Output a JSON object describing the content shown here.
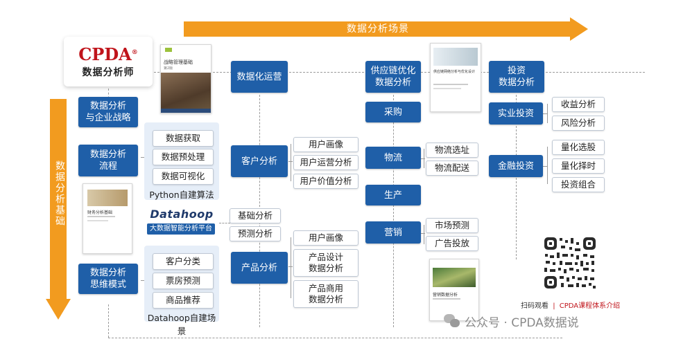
{
  "top_arrow": {
    "label": "数据分析场景",
    "color": "#f29b1f"
  },
  "left_arrow": {
    "label": "数据分析基础"
  },
  "logo": {
    "brand": "CPDA",
    "registered": "®",
    "subtitle": "数据分析师"
  },
  "left_column": {
    "strategy": "数据分析\n与企业战略",
    "process": "数据分析\n流程",
    "thinking": "数据分析\n思维模式"
  },
  "process_panel": {
    "items": [
      "数据获取",
      "数据预处理",
      "数据可视化"
    ],
    "caption": "Python自建算法"
  },
  "thinking_panel": {
    "items": [
      "客户分类",
      "票房预测",
      "商品推荐"
    ],
    "caption": "Datahoop自建场景"
  },
  "book_strategy": {
    "title": "战略管理基础",
    "subtitle": "第2版"
  },
  "book_analysis": {
    "title": "财务分析基础"
  },
  "datahoop": {
    "name": "Datahoop",
    "tagline": "大数据智能分析平台"
  },
  "mid_column": {
    "ops": "数据化运营",
    "customer": "客户分析",
    "product": "产品分析",
    "customer_items": [
      "用户画像",
      "用户运营分析",
      "用户价值分析"
    ],
    "basic": [
      "基础分析",
      "预测分析"
    ],
    "product_items": [
      "用户画像",
      "产品设计\n数据分析",
      "产品商用\n数据分析"
    ]
  },
  "supply": {
    "title": "供应链优化\n数据分析",
    "purchase": "采购",
    "logistics": "物流",
    "production": "生产",
    "marketing": "营销",
    "logistics_items": [
      "物流选址",
      "物流配送"
    ],
    "marketing_items": [
      "市场预测",
      "广告投放"
    ]
  },
  "book_supply": {
    "title": "供应链网络分析与优化设计"
  },
  "book_marketing": {
    "title": "营销数据分析"
  },
  "invest": {
    "title": "投资\n数据分析",
    "real": "实业投资",
    "finance": "金融投资",
    "real_items": [
      "收益分析",
      "风险分析"
    ],
    "finance_items": [
      "量化选股",
      "量化择时",
      "投资组合"
    ]
  },
  "qr": {
    "scan": "扫码观看",
    "course": "CPDA课程体系介绍"
  },
  "watermark": "公众号 · CPDA数据说",
  "colors": {
    "blue": "#1f5fa8",
    "orange": "#f29b1f",
    "logo_red": "#c0141b",
    "panel": "#e6eef8"
  }
}
